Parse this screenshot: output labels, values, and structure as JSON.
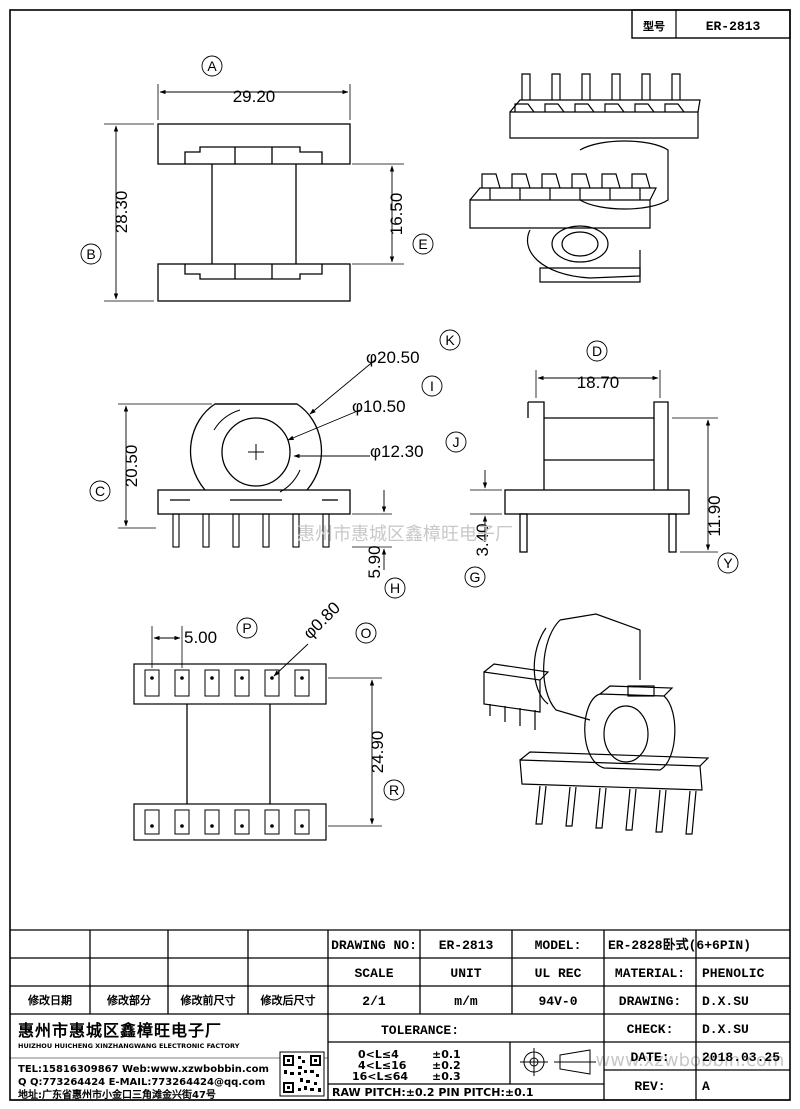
{
  "header": {
    "type_label": "型号",
    "type_value": "ER-2813"
  },
  "dimensions": {
    "A": {
      "letter": "A",
      "value": "29.20"
    },
    "B": {
      "letter": "B",
      "value": "28.30"
    },
    "C": {
      "letter": "C",
      "value": "20.50"
    },
    "D": {
      "letter": "D",
      "value": "18.70"
    },
    "E": {
      "letter": "E",
      "value": "16.50"
    },
    "G": {
      "letter": "G",
      "value": "3.40"
    },
    "H": {
      "letter": "H",
      "value": "5.90"
    },
    "I": {
      "letter": "I",
      "value": "φ10.50"
    },
    "J": {
      "letter": "J",
      "value": "φ12.30"
    },
    "K": {
      "letter": "K",
      "value": "φ20.50"
    },
    "O": {
      "letter": "O",
      "value": "φ0.80"
    },
    "P": {
      "letter": "P",
      "value": "5.00"
    },
    "R": {
      "letter": "R",
      "value": "24.90"
    },
    "Y": {
      "letter": "Y",
      "value": "11.90"
    }
  },
  "watermark": "惠州市惠城区鑫樟旺电子厂",
  "watermark_url": "www.xzwbobbin.com",
  "title_block": {
    "drawing_no_label": "DRAWING NO:",
    "drawing_no": "ER-2813",
    "model_label": "MODEL:",
    "model": "ER-2828卧式(6+6PIN)",
    "scale_label": "SCALE",
    "unit_label": "UNIT",
    "ul_label": "UL REC",
    "material_label": "MATERIAL:",
    "material": "PHENOLIC",
    "scale": "2/1",
    "unit": "m/m",
    "ul": "94V-0",
    "drawing_label": "DRAWING:",
    "drawing_by": "D.X.SU",
    "check_label": "CHECK:",
    "check_by": "D.X.SU",
    "date_label": "DATE:",
    "date": "2018.03.25",
    "rev_label": "REV:",
    "rev": "A",
    "tolerance_label": "TOLERANCE:",
    "tol_rows": [
      {
        "range": "0<L≤4",
        "tol": "±0.1"
      },
      {
        "range": "4<L≤16",
        "tol": "±0.2"
      },
      {
        "range": "16<L≤64",
        "tol": "±0.3"
      }
    ],
    "pitch_note": "RAW PITCH:±0.2 PIN PITCH:±0.1",
    "rev_headers": [
      "修改日期",
      "修改部分",
      "修改前尺寸",
      "修改后尺寸"
    ]
  },
  "company": {
    "name_cn": "惠州市惠城区鑫樟旺电子厂",
    "name_en": "HUIZHOU HUICHENG XINZHANGWANG ELECTRONIC FACTORY",
    "tel": "TEL:15816309867 Web:www.xzwbobbin.com",
    "qq": "Q Q:773264424 E-MAIL:773264424@qq.com",
    "address": "地址:广东省惠州市小金口三角滩金兴街47号"
  }
}
